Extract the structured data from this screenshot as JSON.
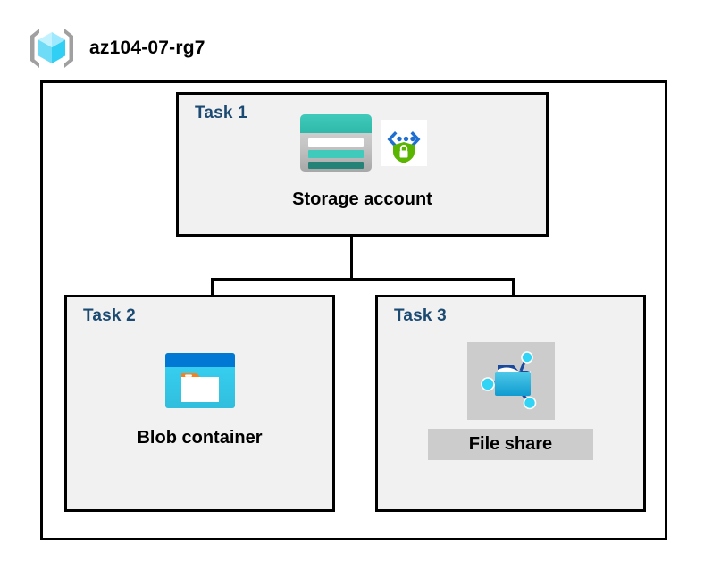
{
  "header": {
    "title": "az104-07-rg7",
    "icon": "resource-group-icon"
  },
  "diagram": {
    "container_name": "resource-group-container",
    "tasks": [
      {
        "id": "task-1",
        "label": "Task 1",
        "node_label": "Storage account",
        "icons": [
          "storage-account-icon",
          "private-link-shield-icon"
        ],
        "highlighted": false
      },
      {
        "id": "task-2",
        "label": "Task 2",
        "node_label": "Blob container",
        "icons": [
          "blob-container-icon"
        ],
        "highlighted": false
      },
      {
        "id": "task-3",
        "label": "Task 3",
        "node_label": "File share",
        "icons": [
          "file-share-icon"
        ],
        "highlighted": true
      }
    ],
    "connectors": [
      {
        "name": "trunk-from-storage-account",
        "from": "task-1",
        "to": "bus"
      },
      {
        "name": "bus-horizontal",
        "from": "bus",
        "to": "bus"
      },
      {
        "name": "branch-to-blob-container",
        "from": "bus",
        "to": "task-2"
      },
      {
        "name": "branch-to-file-share",
        "from": "bus",
        "to": "task-3"
      }
    ]
  },
  "colors": {
    "task_label": "#1b4a72",
    "task_fill": "#f1f1f1",
    "border": "#000000",
    "highlight": "#cccccc",
    "storage_teal": "#37c2b1",
    "storage_teal_dark": "#258277",
    "blob_blue": "#0078d4",
    "blob_cyan": "#32d4f5",
    "blob_orange": "#f58220",
    "fileshare_blue": "#32bedd",
    "shield_green": "#5ab500",
    "cube_cyan": "#9cebff",
    "bracket_gray": "#a0a0a0"
  }
}
